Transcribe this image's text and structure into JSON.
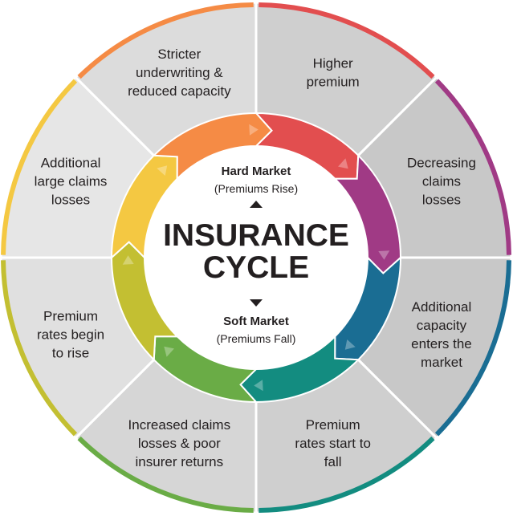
{
  "center": {
    "title_line1": "INSURANCE",
    "title_line2": "CYCLE",
    "hard_market": "Hard Market",
    "hard_market_sub": "(Premiums Rise)",
    "soft_market": "Soft Market",
    "soft_market_sub": "(Premiums Fall)"
  },
  "segments": [
    {
      "lines": [
        "Higher",
        "premium"
      ],
      "color": "#e24e4f",
      "bg": "#cfcfcf"
    },
    {
      "lines": [
        "Decreasing",
        "claims",
        "losses"
      ],
      "color": "#a03a85",
      "bg": "#c8c8c8"
    },
    {
      "lines": [
        "Additional",
        "capacity",
        "enters the",
        "market"
      ],
      "color": "#1a6d93",
      "bg": "#c8c8c8"
    },
    {
      "lines": [
        "Premium",
        "rates start to",
        "fall"
      ],
      "color": "#138c80",
      "bg": "#cfcfcf"
    },
    {
      "lines": [
        "Increased claims",
        "losses & poor",
        "insurer returns"
      ],
      "color": "#6aac46",
      "bg": "#d6d6d6"
    },
    {
      "lines": [
        "Premium",
        "rates begin",
        "to rise"
      ],
      "color": "#c3bf32",
      "bg": "#e0e0e0"
    },
    {
      "lines": [
        "Additional",
        "large claims",
        "losses"
      ],
      "color": "#f4c842",
      "bg": "#e6e6e6"
    },
    {
      "lines": [
        "Stricter",
        "underwriting &",
        "reduced capacity"
      ],
      "color": "#f58b45",
      "bg": "#dcdcdc"
    }
  ]
}
